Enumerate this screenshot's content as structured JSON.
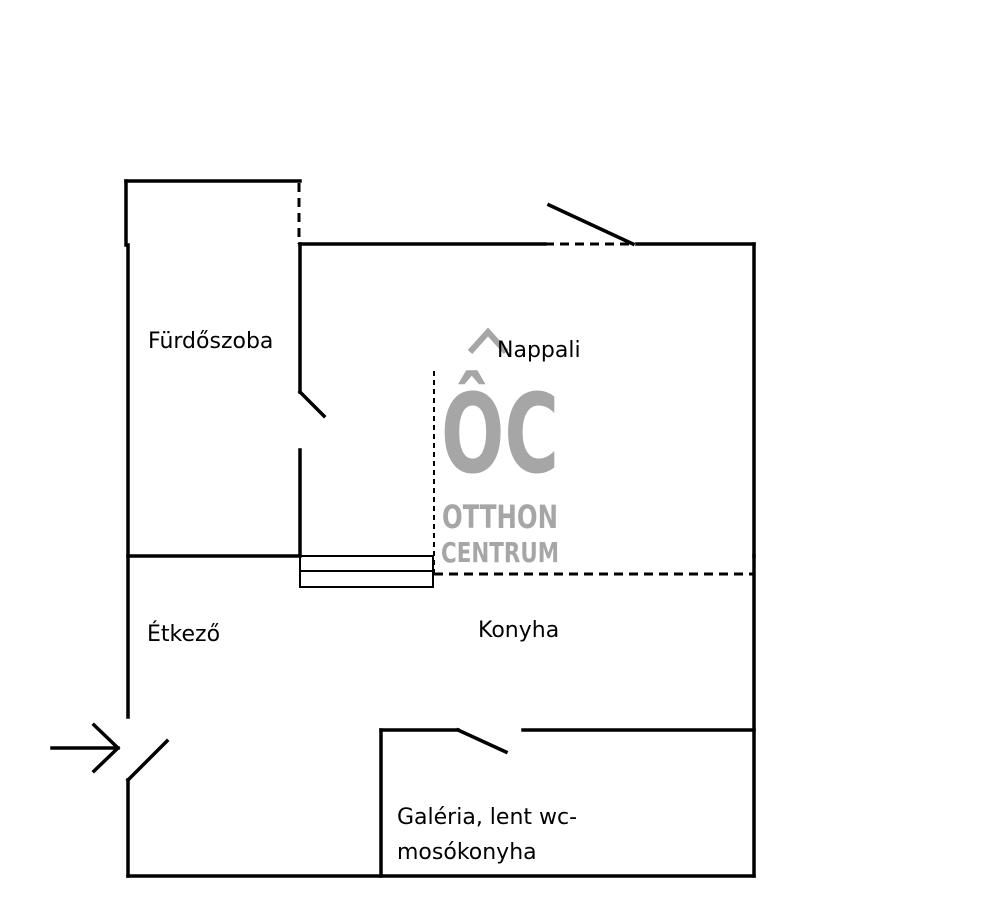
{
  "rooms": {
    "bathroom": "Fürdőszoba",
    "living": "Nappali",
    "dining": "Étkező",
    "kitchen": "Konyha",
    "gallery_line1": "Galéria, lent wc-",
    "gallery_line2": "mosókonyha"
  },
  "watermark": {
    "logo": "ÔC",
    "line1": "OTTHON",
    "line2": "CENTRUM",
    "color": "#a6a6a6"
  },
  "colors": {
    "line": "#000000",
    "background": "#ffffff"
  }
}
